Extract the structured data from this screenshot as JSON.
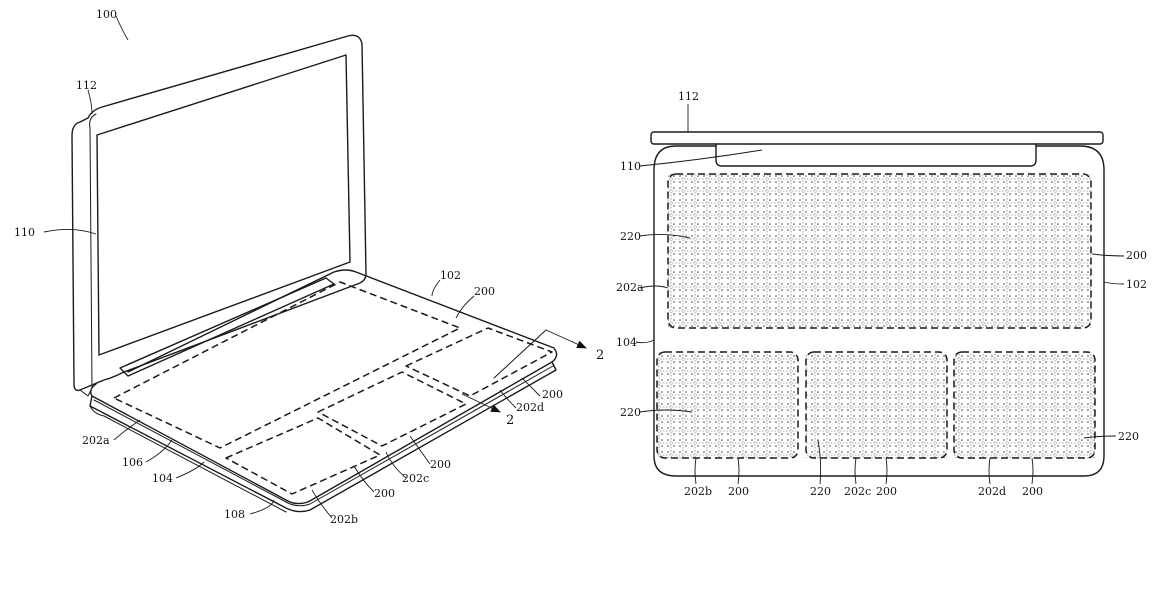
{
  "figure_left": {
    "ref_100": "100",
    "ref_112": "112",
    "ref_110": "110",
    "ref_102": "102",
    "ref_200_a": "200",
    "ref_2_top": "2",
    "ref_200_b": "200",
    "ref_202d": "202d",
    "ref_2_bottom": "2",
    "ref_202a": "202a",
    "ref_106": "106",
    "ref_104": "104",
    "ref_200_c": "200",
    "ref_202c": "202c",
    "ref_200_d": "200",
    "ref_108": "108",
    "ref_202b": "202b"
  },
  "figure_right": {
    "ref_112": "112",
    "ref_110": "110",
    "ref_220_a": "220",
    "ref_200_a": "200",
    "ref_202a": "202a",
    "ref_102": "102",
    "ref_104": "104",
    "ref_220_b": "220",
    "ref_220_c": "220",
    "ref_202b": "202b",
    "ref_200_b": "200",
    "ref_220_d": "220",
    "ref_202c": "202c",
    "ref_200_c": "200",
    "ref_202d": "202d",
    "ref_200_d": "200"
  }
}
